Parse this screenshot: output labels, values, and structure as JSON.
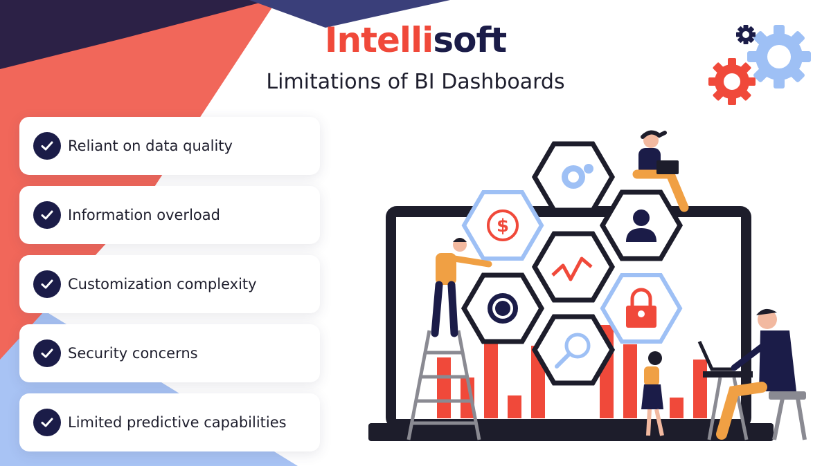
{
  "brand": {
    "part1": "Intelli",
    "part2": "soft"
  },
  "title": "Limitations of BI Dashboards",
  "items": [
    {
      "label": "Reliant on data quality"
    },
    {
      "label": "Information overload"
    },
    {
      "label": "Customization complexity"
    },
    {
      "label": "Security concerns"
    },
    {
      "label": "Limited predictive capabilities"
    }
  ],
  "hex_icons": [
    "gear-icon",
    "dollar-icon",
    "user-icon",
    "chart-trend-icon",
    "eye-icon",
    "lock-icon",
    "magnifier-icon"
  ],
  "colors": {
    "accent_red": "#f0493a",
    "navy": "#1b1c48",
    "light_blue": "#9ec0f5",
    "bg_dark": "#2c2146",
    "bg_coral": "#f1675a"
  }
}
